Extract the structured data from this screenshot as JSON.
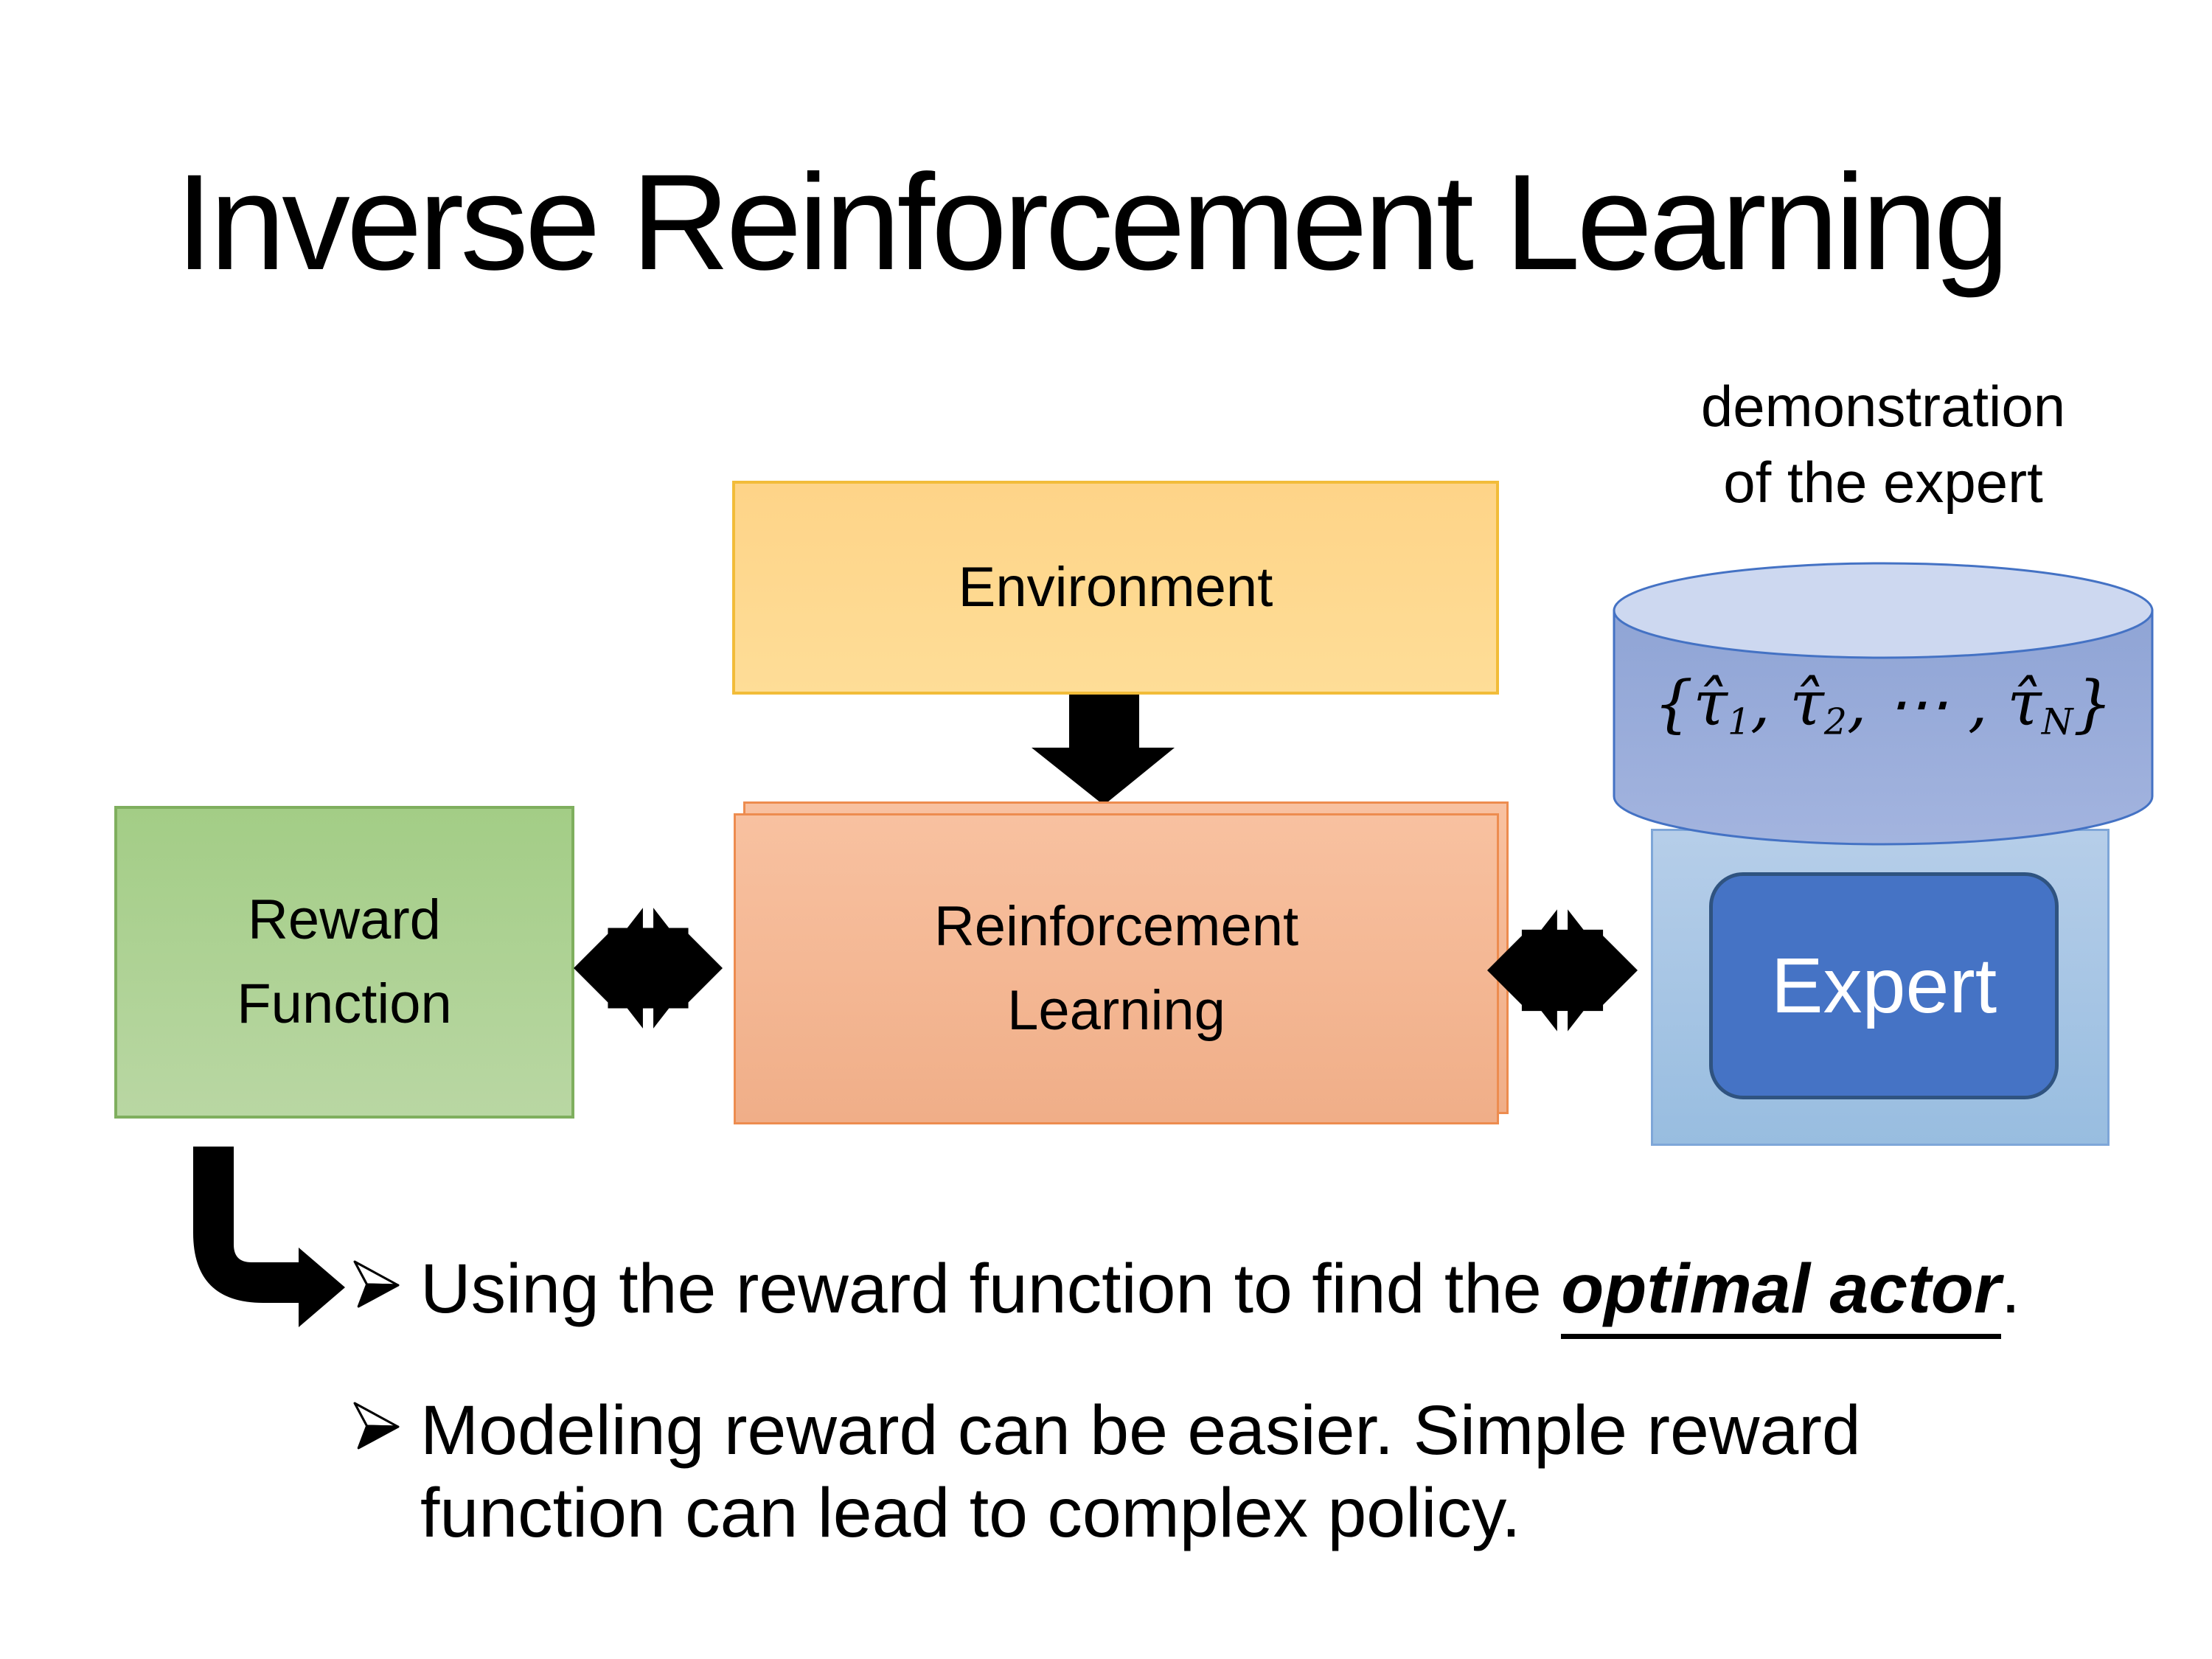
{
  "slide": {
    "title": "Inverse Reinforcement Learning"
  },
  "diagram": {
    "demo_label": "demonstration\nof the expert",
    "environment": {
      "label": "Environment"
    },
    "reward_function": {
      "label": "Reward\nFunction"
    },
    "reinforcement_learning": {
      "label": "Reinforcement\nLearning"
    },
    "expert": {
      "label": "Expert"
    },
    "demonstration_set": {
      "open": "{",
      "close": "}",
      "terms": [
        {
          "base": "τ̂",
          "sub": "1",
          "sep": ", "
        },
        {
          "base": "τ̂",
          "sub": "2",
          "sep": ", "
        },
        {
          "base": "⋯",
          "sub": "",
          "sep": " , "
        },
        {
          "base": "τ̂",
          "sub": "N",
          "sep": ""
        }
      ]
    },
    "icons": {
      "down_arrow": "down-block-arrow-icon",
      "exchange_left": "double-exchange-arrow-icon",
      "exchange_right": "double-exchange-arrow-icon",
      "bent_arrow": "bent-down-right-arrow-icon",
      "bullet_marker": "arrowhead-3d-right-icon",
      "database": "database-cylinder-icon"
    }
  },
  "bullets": [
    {
      "lines": [
        [
          {
            "text": "Using the reward function to find the ",
            "style": "normal"
          },
          {
            "text": "optimal actor",
            "style": "bold-italic-underline"
          },
          {
            "text": ".",
            "style": "normal"
          }
        ]
      ]
    },
    {
      "lines": [
        [
          {
            "text": "Modeling reward can be easier. Simple reward",
            "style": "normal"
          }
        ],
        [
          {
            "text": "function can lead to complex policy.",
            "style": "normal"
          }
        ]
      ]
    }
  ],
  "colors": {
    "text": "#000000",
    "white": "#ffffff",
    "env_top": "#FED488",
    "env_bottom": "#FEDD97",
    "env_border": "#F2BC39",
    "green_top": "#A3CD86",
    "green_bottom": "#B9D7A3",
    "green_border": "#7FAF5E",
    "orange_top": "#F8C1A0",
    "orange_bottom": "#F0AE88",
    "orange_border": "#ED8C4F",
    "container_top": "#B6CEE9",
    "container_bottom": "#98BDE0",
    "container_border": "#7EA6D8",
    "button_fill": "#4573C5",
    "button_border": "#2F5380",
    "cyl_body_top": "#8FA4D5",
    "cyl_body_bottom": "#A3B4DF",
    "cyl_top_fill": "#CDD8F0",
    "cyl_stroke": "#4472C4"
  }
}
